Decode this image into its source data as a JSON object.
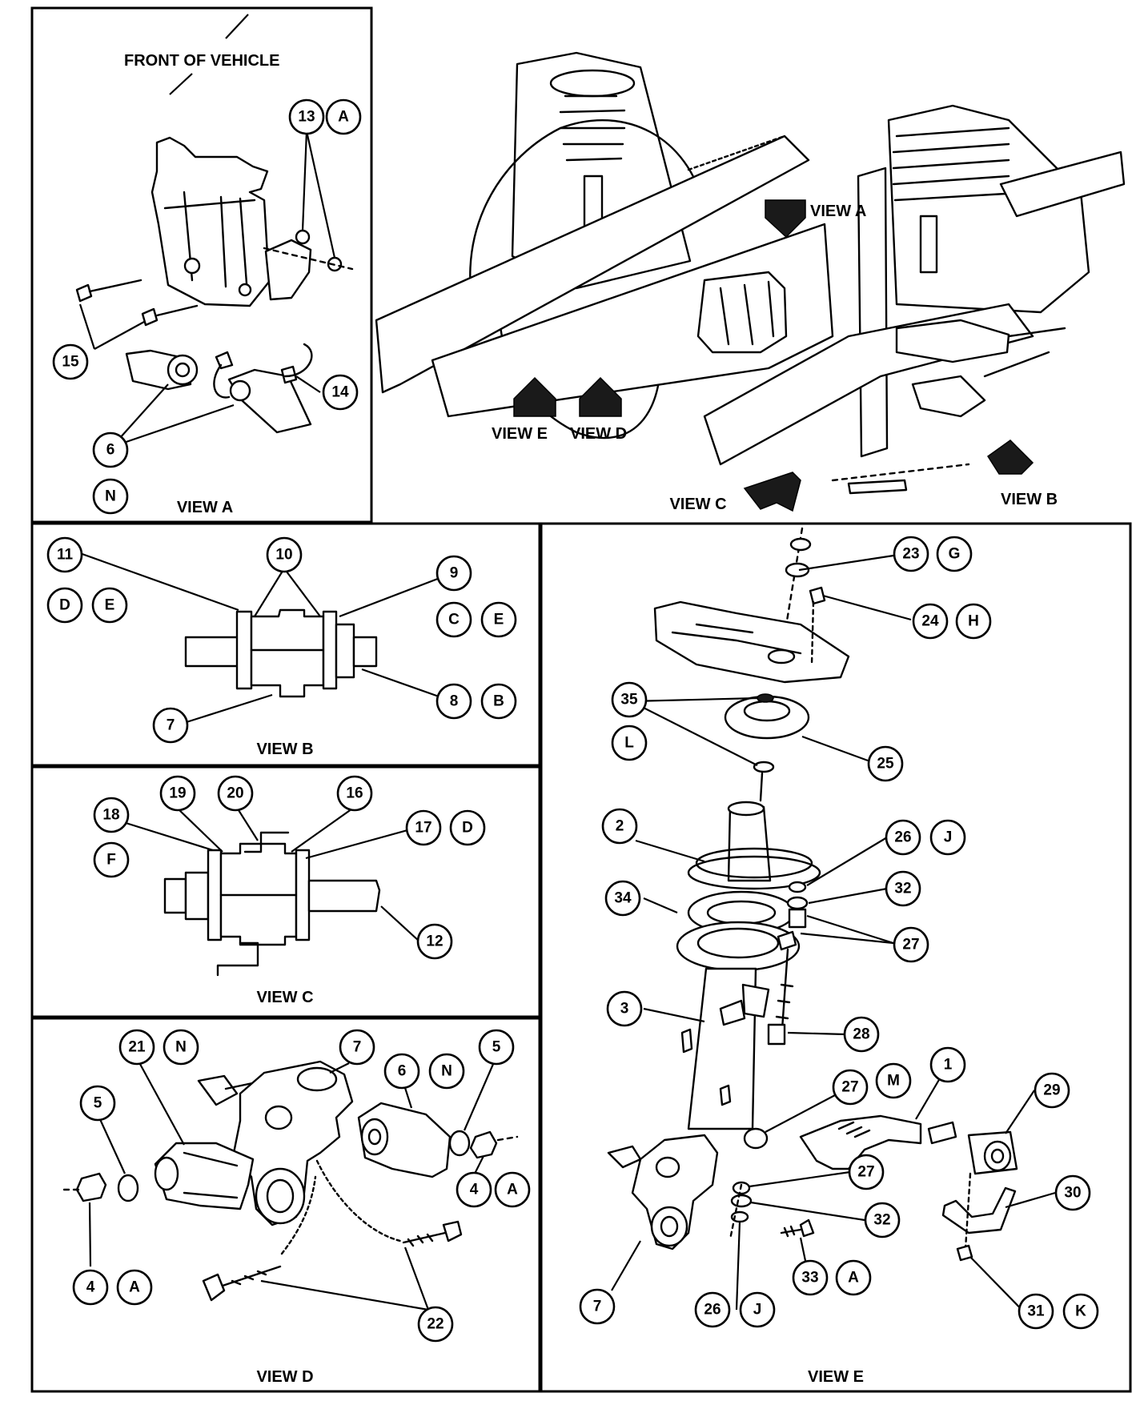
{
  "orientation_label": "FRONT OF VEHICLE",
  "views": {
    "a": {
      "title": "VIEW A"
    },
    "b": {
      "title": "VIEW B"
    },
    "c": {
      "title": "VIEW C"
    },
    "d": {
      "title": "VIEW D"
    },
    "e": {
      "title": "VIEW E"
    }
  },
  "overview_pointers": {
    "view_a": "VIEW A",
    "view_b": "VIEW B",
    "view_d": "VIEW D",
    "view_e": "VIEW E"
  },
  "callouts": {
    "a": [
      {
        "id": "13",
        "letter": "A"
      },
      {
        "id": "15"
      },
      {
        "id": "14"
      },
      {
        "id": "6"
      },
      {
        "id": "N"
      }
    ],
    "b": [
      {
        "id": "11"
      },
      {
        "id": "10"
      },
      {
        "id": "9"
      },
      {
        "id": "D"
      },
      {
        "id": "E"
      },
      {
        "id": "C"
      },
      {
        "id": "E"
      },
      {
        "id": "8",
        "letter": "B"
      },
      {
        "id": "7"
      }
    ],
    "c": [
      {
        "id": "19"
      },
      {
        "id": "20"
      },
      {
        "id": "16"
      },
      {
        "id": "18"
      },
      {
        "id": "17",
        "letter": "D"
      },
      {
        "id": "F"
      },
      {
        "id": "12"
      }
    ],
    "d": [
      {
        "id": "21",
        "letter": "N"
      },
      {
        "id": "7"
      },
      {
        "id": "6",
        "letter": "N"
      },
      {
        "id": "5"
      },
      {
        "id": "5"
      },
      {
        "id": "4",
        "letter": "A"
      },
      {
        "id": "4",
        "letter": "A"
      },
      {
        "id": "22"
      }
    ],
    "e": [
      {
        "id": "23",
        "letter": "G"
      },
      {
        "id": "24",
        "letter": "H"
      },
      {
        "id": "35"
      },
      {
        "id": "L"
      },
      {
        "id": "25"
      },
      {
        "id": "2"
      },
      {
        "id": "26",
        "letter": "J"
      },
      {
        "id": "32"
      },
      {
        "id": "34"
      },
      {
        "id": "27"
      },
      {
        "id": "3"
      },
      {
        "id": "28"
      },
      {
        "id": "1"
      },
      {
        "id": "27",
        "letter": "M"
      },
      {
        "id": "29"
      },
      {
        "id": "27"
      },
      {
        "id": "30"
      },
      {
        "id": "32"
      },
      {
        "id": "33",
        "letter": "A"
      },
      {
        "id": "7"
      },
      {
        "id": "26",
        "letter": "J"
      },
      {
        "id": "31",
        "letter": "K"
      }
    ]
  }
}
